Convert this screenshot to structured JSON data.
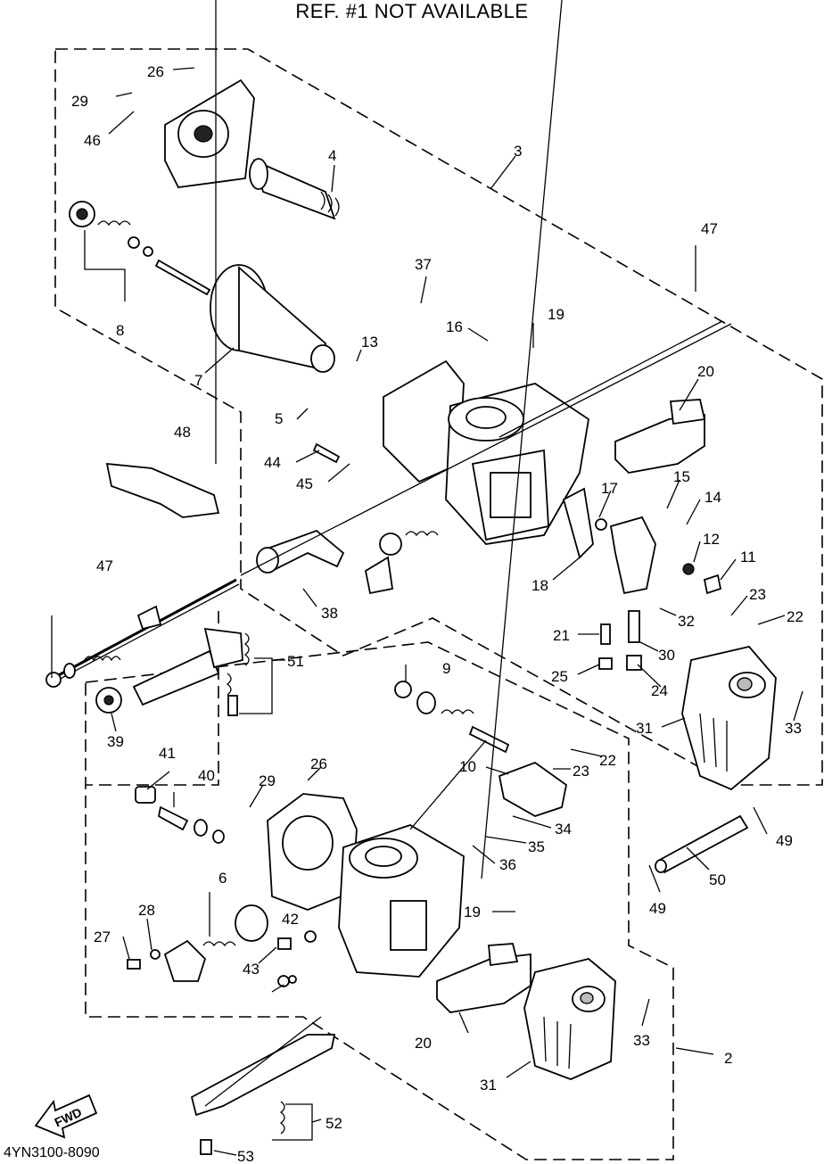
{
  "header": "REF. #1 NOT AVAILABLE",
  "footer_code": "4YN3100-8090",
  "fwd_label": "FWD",
  "callouts": [
    "2",
    "3",
    "4",
    "5",
    "6",
    "7",
    "8",
    "9",
    "10",
    "11",
    "12",
    "13",
    "14",
    "15",
    "16",
    "17",
    "18",
    "19",
    "19",
    "20",
    "20",
    "21",
    "22",
    "22",
    "23",
    "23",
    "24",
    "25",
    "26",
    "26",
    "27",
    "28",
    "29",
    "29",
    "30",
    "31",
    "31",
    "32",
    "33",
    "33",
    "34",
    "35",
    "36",
    "37",
    "38",
    "39",
    "40",
    "41",
    "42",
    "43",
    "44",
    "45",
    "46",
    "47",
    "47",
    "48",
    "49",
    "49",
    "50",
    "51",
    "52",
    "53"
  ]
}
